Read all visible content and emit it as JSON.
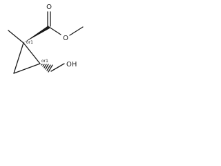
{
  "molecule": {
    "atoms": {
      "carbonyl_oxygen": "O",
      "ester_oxygen": "O",
      "hydroxyl": "OH"
    },
    "stereo_descriptors": {
      "quaternary_center": "or1",
      "methine_center": "or1"
    }
  }
}
